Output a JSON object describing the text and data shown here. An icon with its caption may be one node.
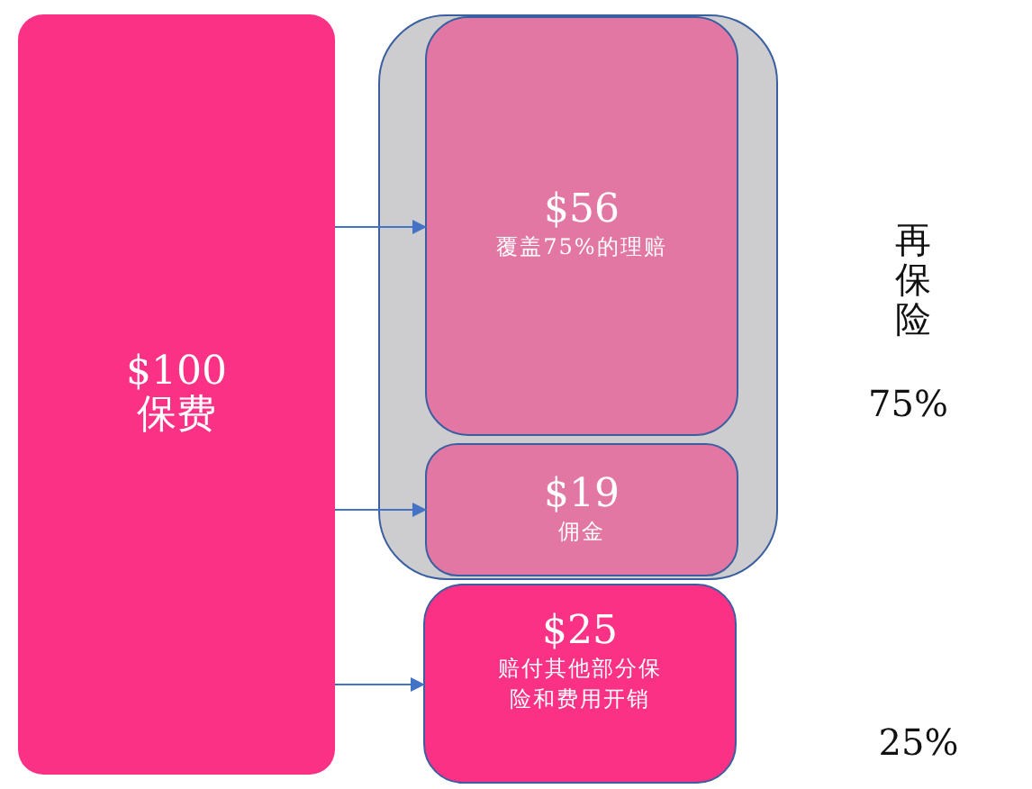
{
  "diagram": {
    "nodes": [
      {
        "text": [
          "$100",
          "保费"
        ]
      },
      {
        "text": [],
        "shape": "box",
        "beside": [
          "再保险",
          "75%"
        ]
      },
      {
        "text": [
          "$56",
          "覆盖75%的理赔"
        ],
        "in": 1
      },
      {
        "text": [
          "$19",
          "佣金"
        ],
        "in": 1
      },
      {
        "text": [
          "$25",
          "赔付其他部分保险和费用开销"
        ],
        "beside": [
          "25%"
        ]
      }
    ],
    "edges": [
      {
        "from": 0,
        "to": 2,
        "arrow": "to"
      },
      {
        "from": 0,
        "to": 3,
        "arrow": "to"
      },
      {
        "from": 0,
        "to": 4,
        "arrow": "to"
      }
    ]
  }
}
